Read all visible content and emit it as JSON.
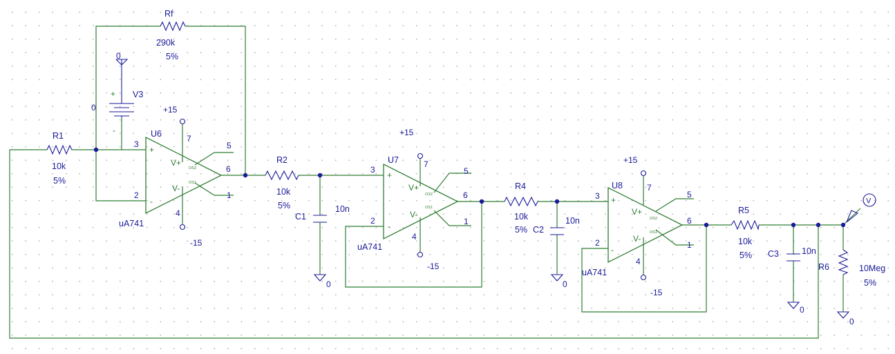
{
  "schematic": {
    "rf": {
      "name": "Rf",
      "value": "290k",
      "tol": "5%"
    },
    "v3": {
      "name": "V3",
      "gnd": "0",
      "node": "0",
      "plus": "+",
      "minus": "-"
    },
    "r1": {
      "name": "R1",
      "value": "10k",
      "tol": "5%"
    },
    "u6": {
      "name": "U6",
      "part": "uA741",
      "vcc": "+15",
      "vee": "-15",
      "p7": "7",
      "p4": "4",
      "p5": "5",
      "p1": "1",
      "p6": "6",
      "p3": "3",
      "p2": "2",
      "vp": "V+",
      "vm": "V-",
      "os2": "OS2",
      "os1": "OS1",
      "plus": "+",
      "minus": "-"
    },
    "r2": {
      "name": "R2",
      "value": "10k",
      "tol": "5%"
    },
    "c1": {
      "name": "C1",
      "value": "10n",
      "gnd": "0"
    },
    "u7": {
      "name": "U7",
      "part": "uA741",
      "vcc": "+15",
      "vee": "-15",
      "p7": "7",
      "p4": "4",
      "p5": "5",
      "p1": "1",
      "p6": "6",
      "p3": "3",
      "p2": "2",
      "vp": "V+",
      "vm": "V-",
      "os2": "OS2",
      "os1": "OS1",
      "plus": "+",
      "minus": "-"
    },
    "r4": {
      "name": "R4",
      "value": "10k",
      "tol": "5%"
    },
    "c2": {
      "name": "C2",
      "value": "10n",
      "gnd": "0"
    },
    "u8": {
      "name": "U8",
      "part": "uA741",
      "vcc": "+15",
      "vee": "-15",
      "p7": "7",
      "p4": "4",
      "p5": "5",
      "p1": "1",
      "p6": "6",
      "p3": "3",
      "p2": "2",
      "vp": "V+",
      "vm": "V-",
      "os2": "OS2",
      "os1": "OS1",
      "plus": "+",
      "minus": "-"
    },
    "r5": {
      "name": "R5",
      "value": "10k",
      "tol": "5%"
    },
    "c3": {
      "name": "C3",
      "value": "10n",
      "gnd": "0"
    },
    "r6": {
      "name": "R6",
      "value": "10Meg",
      "tol": "5%",
      "gnd": "0"
    },
    "probe": {
      "symbol": "V"
    }
  },
  "colors": {
    "wire": "#2e7d32",
    "part": "#1a1a9a",
    "grid": "#b9b9b9"
  }
}
